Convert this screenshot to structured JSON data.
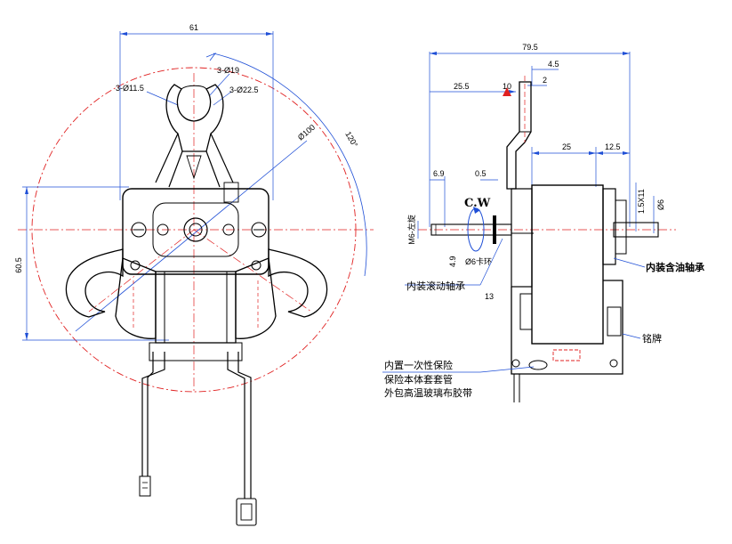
{
  "front_view": {
    "dims": {
      "width_61": "61",
      "height_60_5": "60.5",
      "hole_11_5": "3-Ø11.5",
      "hole_19": "3-Ø19",
      "hole_22_5": "3-Ø22.5",
      "circle_100": "Ø100",
      "angle_120": "120°"
    }
  },
  "side_view": {
    "dims": {
      "overall_79_5": "79.5",
      "d_4_5": "4.5",
      "d_25_5": "25.5",
      "d_10": "10",
      "d_2": "2",
      "d_25": "25",
      "d_12_5": "12.5",
      "d_6_9": "6.9",
      "d_0_5": "0.5",
      "d_4_9": "4.9",
      "d_13": "13",
      "shaft_thread": "1.5X11",
      "shaft_dia": "Ø6",
      "m6_left": "M6-左旋"
    },
    "labels": {
      "cw": "C.W",
      "clip_ring": "Ø6卡环",
      "inner_rolling_bearing": "内装滚动轴承",
      "inner_oil_bearing": "内装含油轴承",
      "nameplate": "铭牌",
      "fuse_line1": "内置一次性保险",
      "fuse_line2": "保险本体套套管",
      "fuse_line3": "外包高温玻璃布胶带"
    }
  }
}
